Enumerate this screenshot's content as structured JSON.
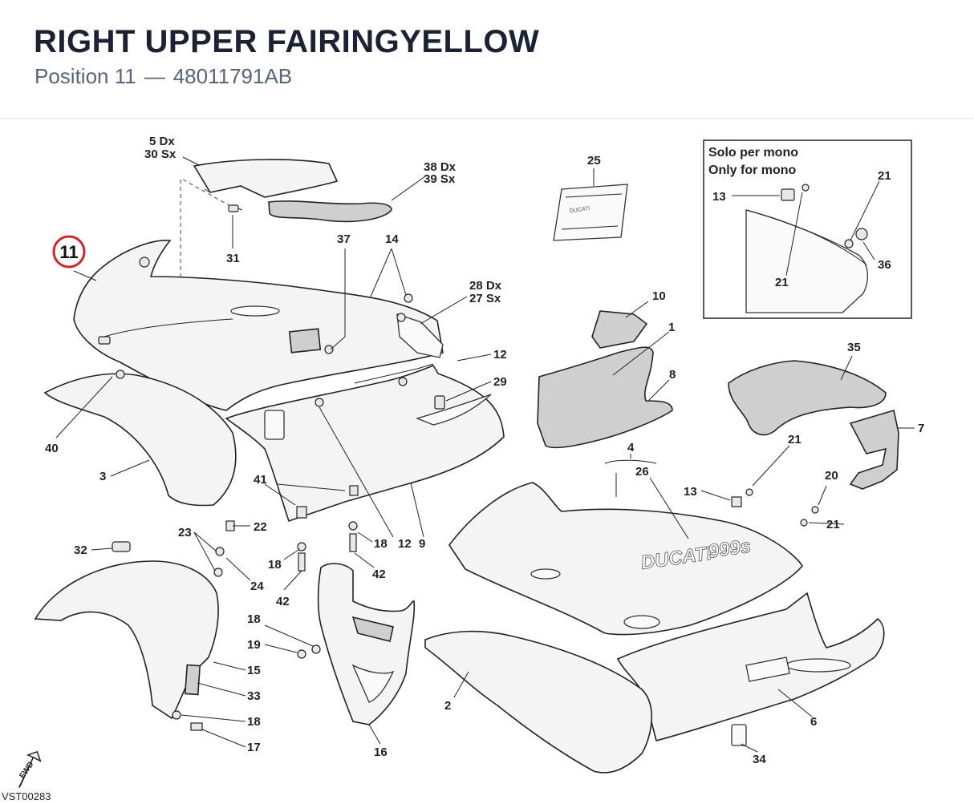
{
  "header": {
    "title": "RIGHT UPPER FAIRINGYELLOW",
    "position_label": "Position 11",
    "separator": "—",
    "part_number": "48011791AB"
  },
  "diagram": {
    "highlighted_callout": "11",
    "callouts": {
      "c5dx": "5 Dx",
      "c30sx": "30 Sx",
      "c38dx": "38 Dx",
      "c39sx": "39 Sx",
      "c25": "25",
      "c31": "31",
      "c37": "37",
      "c14": "14",
      "c28dx": "28 Dx",
      "c27sx": "27 Sx",
      "c10": "10",
      "c1": "1",
      "c8": "8",
      "c12a": "12",
      "c29": "29",
      "c35": "35",
      "c7": "7",
      "c21a": "21",
      "c4": "4",
      "c26": "26",
      "c13b": "13",
      "c20": "20",
      "c21c": "21",
      "c40": "40",
      "c3": "3",
      "c41": "41",
      "c23": "23",
      "c22": "22",
      "c32": "32",
      "c24": "24",
      "c18a": "18",
      "c12b": "12",
      "c9": "9",
      "c18b": "18",
      "c42a": "42",
      "c42b": "42",
      "c18c": "18",
      "c19": "19",
      "c15": "15",
      "c33": "33",
      "c18d": "18",
      "c17": "17",
      "c16": "16",
      "c2": "2",
      "c6": "6",
      "c34": "34"
    },
    "inset": {
      "note_it": "Solo per mono",
      "note_en": "Only for mono",
      "c13": "13",
      "c21top": "21",
      "c21bot": "21",
      "c36": "36"
    },
    "decal_brand": "DUCATI",
    "decal_model": "999s",
    "fwd_label": "FWD",
    "drawing_code": "VST00283"
  }
}
